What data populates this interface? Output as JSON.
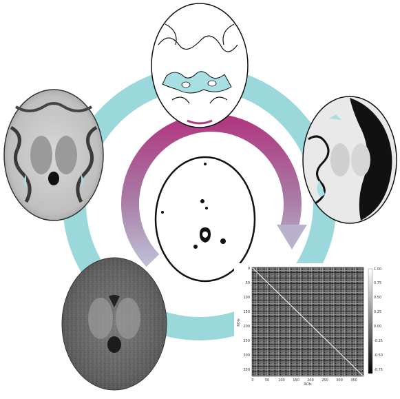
{
  "diagram": {
    "colors": {
      "outer_ring": "#9ad8dc",
      "inner_arc_top": "#b03a82",
      "inner_arc_bottom": "#b9b8cf",
      "outline": "#111111",
      "csf_fill": "#a8dfe2"
    },
    "panels": [
      {
        "id": "top",
        "icon": "brain-outline-segmentation"
      },
      {
        "id": "left",
        "icon": "brain-gray-white-slice"
      },
      {
        "id": "right",
        "icon": "brain-cortex-segmentation"
      },
      {
        "id": "center",
        "icon": "brain-mask"
      },
      {
        "id": "bottom-left",
        "icon": "brain-t1-mri"
      },
      {
        "id": "bottom-right",
        "icon": "connectivity-matrix"
      }
    ]
  },
  "matrix": {
    "y_ticks": [
      "0",
      "50",
      "100",
      "150",
      "200",
      "250",
      "300",
      "350"
    ],
    "x_ticks": [
      "0",
      "50",
      "100",
      "150",
      "200",
      "250",
      "300",
      "350"
    ],
    "colorbar_ticks": [
      "1.00",
      "0.75",
      "0.50",
      "0.25",
      "0.00",
      "-0.25",
      "-0.50",
      "-0.75"
    ],
    "x_axis_label": "ROIs",
    "y_axis_label": "ROIs"
  }
}
